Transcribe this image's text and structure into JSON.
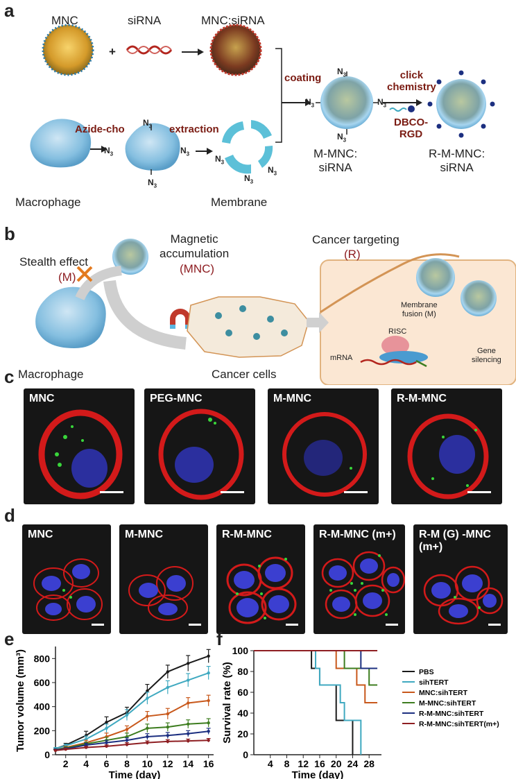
{
  "panel_a": {
    "label": "a",
    "mnc": "MNC",
    "sirna": "siRNA",
    "mnc_sirna": "MNC:siRNA",
    "plus": "+",
    "azide_cho": "Azide-cho",
    "extraction": "extraction",
    "coating": "coating",
    "click_chemistry": "click\nchemistry",
    "dbco_rgd": "DBCO-\nRGD",
    "n3": "N",
    "n3_sub": "3",
    "macrophage": "Macrophage",
    "membrane": "Membrane",
    "m_mnc_sirna": "M-MNC:\nsiRNA",
    "r_m_mnc_sirna": "R-M-MNC:\nsiRNA"
  },
  "panel_b": {
    "label": "b",
    "stealth": "Stealth effect",
    "stealth_m": "(M)",
    "magnetic": "Magnetic\naccumulation",
    "magnetic_mnc": "(MNC)",
    "cancer_targeting": "Cancer targeting",
    "cancer_targeting_r": "(R)",
    "membrane_fusion": "Membrane\nfusion (M)",
    "risc": "RISC",
    "mrna": "mRNA",
    "gene_silencing": "Gene\nsilencing",
    "macrophage": "Macrophage",
    "cancer_cells": "Cancer cells"
  },
  "panel_c": {
    "label": "c",
    "cells": [
      "MNC",
      "PEG-MNC",
      "M-MNC",
      "R-M-MNC"
    ]
  },
  "panel_d": {
    "label": "d",
    "cells": [
      "MNC",
      "M-MNC",
      "R-M-MNC",
      "R-M-MNC (m+)",
      "R-M (G) -MNC\n(m+)"
    ]
  },
  "colors": {
    "PBS": "#1a1a1a",
    "sihTERT": "#3fa9c0",
    "MNC:sihTERT": "#c8581b",
    "M-MNC:sihTERT": "#3d7d1f",
    "R-M-MNC:sihTERT": "#1c2f80",
    "R-M-MNC:sihTERT(m+)": "#8e1e22"
  },
  "chart_data": [
    {
      "panel": "e",
      "type": "line",
      "ylabel": "Tumor volume (mm³)",
      "xlabel": "Time (day)",
      "x": [
        1,
        2,
        4,
        6,
        8,
        10,
        12,
        14,
        16
      ],
      "xticks": [
        2,
        4,
        6,
        8,
        10,
        12,
        14,
        16
      ],
      "yticks": [
        0,
        200,
        400,
        600,
        800
      ],
      "xlim": [
        1,
        16.5
      ],
      "ylim": [
        0,
        900
      ],
      "series": [
        {
          "key": "PBS",
          "values": [
            50,
            80,
            160,
            270,
            350,
            530,
            690,
            760,
            820
          ],
          "err": [
            10,
            15,
            35,
            45,
            45,
            55,
            55,
            65,
            55
          ]
        },
        {
          "key": "sihTERT",
          "values": [
            50,
            75,
            130,
            220,
            330,
            470,
            560,
            620,
            680
          ],
          "err": [
            10,
            12,
            25,
            35,
            45,
            50,
            55,
            55,
            55
          ]
        },
        {
          "key": "MNC:sihTERT",
          "values": [
            40,
            60,
            100,
            150,
            210,
            320,
            340,
            430,
            450
          ],
          "err": [
            8,
            10,
            20,
            30,
            30,
            40,
            45,
            45,
            45
          ]
        },
        {
          "key": "M-MNC:sihTERT",
          "values": [
            40,
            55,
            90,
            120,
            150,
            220,
            230,
            255,
            265
          ],
          "err": [
            8,
            10,
            15,
            25,
            30,
            35,
            35,
            35,
            35
          ]
        },
        {
          "key": "R-M-MNC:sihTERT",
          "values": [
            40,
            50,
            80,
            100,
            120,
            150,
            160,
            175,
            195
          ],
          "err": [
            6,
            8,
            15,
            20,
            20,
            25,
            25,
            25,
            25
          ]
        },
        {
          "key": "R-M-MNC:sihTERT(m+)",
          "values": [
            35,
            45,
            60,
            70,
            85,
            100,
            110,
            115,
            120
          ],
          "err": [
            5,
            8,
            10,
            12,
            15,
            15,
            15,
            15,
            15
          ]
        }
      ]
    },
    {
      "panel": "f",
      "type": "line",
      "ylabel": "Survival rate (%)",
      "xlabel": "Time (day)",
      "xticks": [
        4,
        8,
        12,
        16,
        20,
        24,
        28
      ],
      "yticks": [
        0,
        20,
        40,
        60,
        80,
        100
      ],
      "xlim": [
        0,
        31
      ],
      "ylim": [
        0,
        100
      ],
      "legend": [
        "PBS",
        "sihTERT",
        "MNC:sihTERT",
        "M-MNC:sihTERT",
        "R-M-MNC:sihTERT",
        "R-M-MNC:sihTERT(m+)"
      ],
      "series": [
        {
          "key": "PBS",
          "x": [
            0,
            14,
            14,
            16,
            16,
            20,
            20,
            24,
            24
          ],
          "y": [
            100,
            100,
            83,
            83,
            67,
            67,
            33,
            33,
            0
          ]
        },
        {
          "key": "sihTERT",
          "x": [
            0,
            15,
            15,
            16,
            16,
            21,
            21,
            22,
            22,
            26,
            26
          ],
          "y": [
            100,
            100,
            83,
            83,
            67,
            67,
            50,
            50,
            33,
            33,
            0
          ]
        },
        {
          "key": "MNC:sihTERT",
          "x": [
            0,
            20,
            20,
            25,
            25,
            27,
            27,
            30
          ],
          "y": [
            100,
            100,
            83,
            83,
            67,
            67,
            50,
            50
          ]
        },
        {
          "key": "M-MNC:sihTERT",
          "x": [
            0,
            22,
            22,
            28,
            28,
            30
          ],
          "y": [
            100,
            100,
            83,
            83,
            67,
            67
          ]
        },
        {
          "key": "R-M-MNC:sihTERT",
          "x": [
            0,
            26,
            26,
            30
          ],
          "y": [
            100,
            100,
            83,
            83
          ]
        },
        {
          "key": "R-M-MNC:sihTERT(m+)",
          "x": [
            0,
            30
          ],
          "y": [
            100,
            100
          ]
        }
      ]
    }
  ]
}
